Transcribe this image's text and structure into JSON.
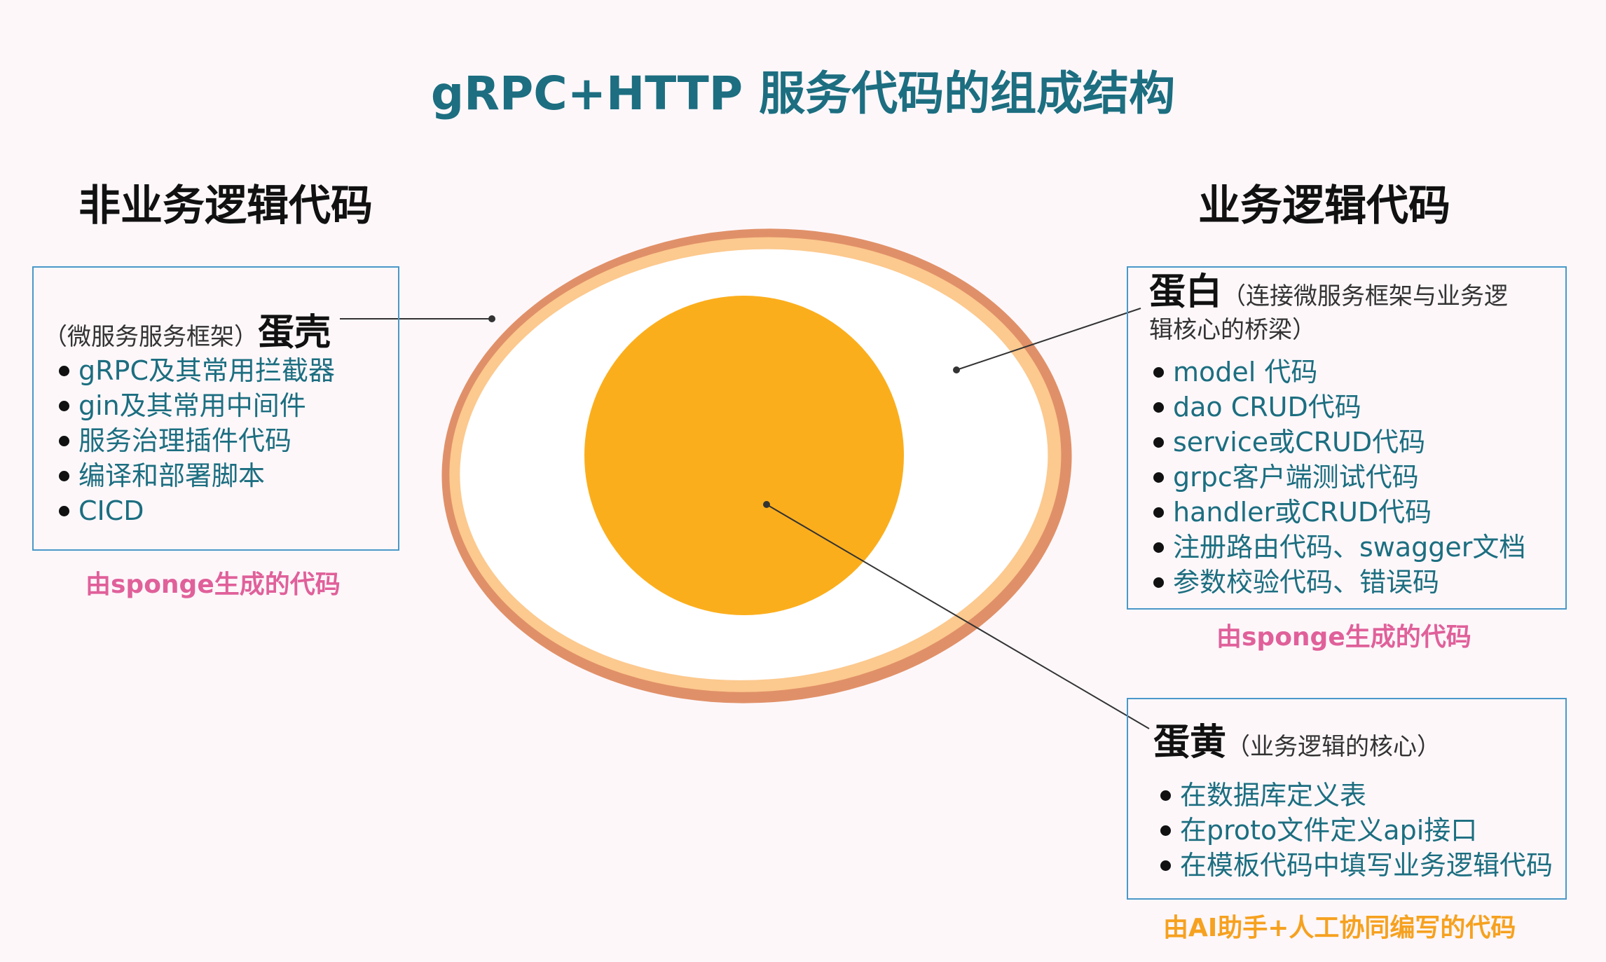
{
  "title": "gRPC+HTTP 服务代码的组成结构",
  "left_heading": "非业务逻辑代码",
  "right_heading": "业务逻辑代码",
  "shell": {
    "paren": "（微服务服务框架）",
    "label": "蛋壳",
    "items": [
      "gRPC及其常用拦截器",
      "gin及其常用中间件",
      "服务治理插件代码",
      "编译和部署脚本",
      "CICD"
    ],
    "credit": "由sponge生成的代码"
  },
  "white": {
    "label": "蛋白",
    "paren_line1": "（连接微服务框架与业务逻",
    "paren_line2": "辑核心的桥梁）",
    "items": [
      "model 代码",
      "dao CRUD代码",
      "service或CRUD代码",
      "grpc客户端测试代码",
      "handler或CRUD代码",
      "注册路由代码、swagger文档",
      "参数校验代码、错误码"
    ],
    "credit": "由sponge生成的代码"
  },
  "yolk": {
    "label": "蛋黄",
    "paren": "（业务逻辑的核心）",
    "items": [
      "在数据库定义表",
      "在proto文件定义api接口",
      "在模板代码中填写业务逻辑代码"
    ],
    "credit": "由AI助手+人工协同编写的代码"
  },
  "colors": {
    "title": "#1c6e80",
    "item_text": "#1c6e80",
    "box_border": "#4a98c8",
    "credit_pink": "#e0609a",
    "credit_orange": "#f6a11f",
    "shell_outer": "#e09068",
    "shell_inner": "#fcc98e",
    "egg_white": "#ffffff",
    "yolk": "#fbae1c"
  }
}
